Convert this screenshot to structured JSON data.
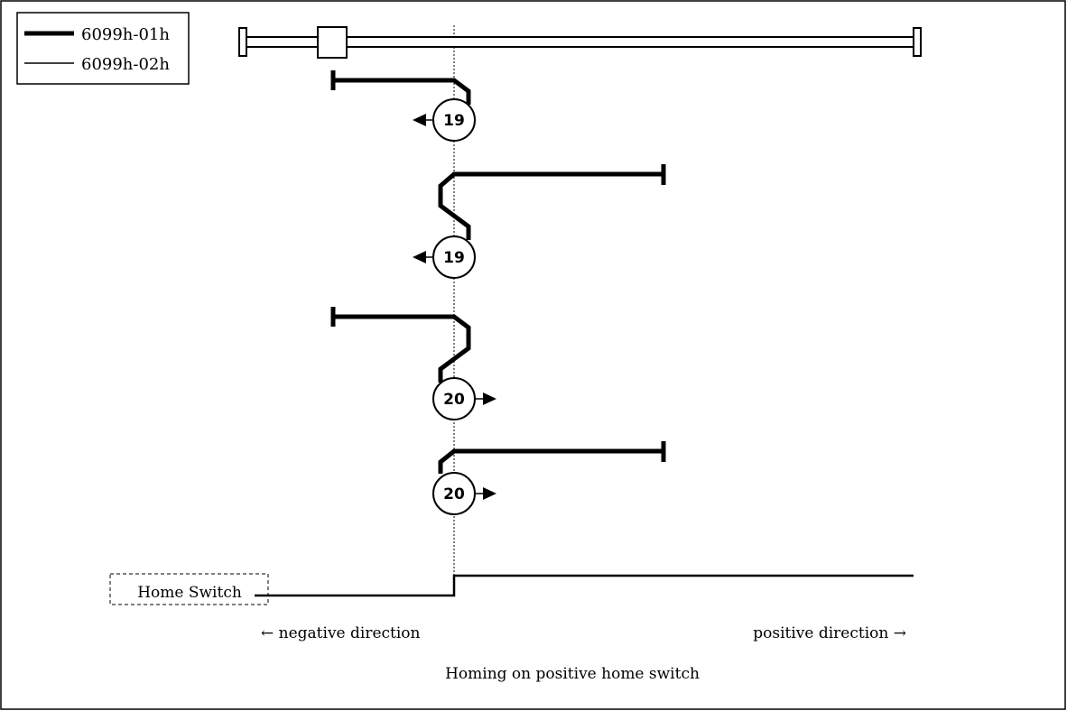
{
  "legend": {
    "items": [
      {
        "label": "6099h-01h",
        "style": "thick"
      },
      {
        "label": "6099h-02h",
        "style": "thin"
      }
    ]
  },
  "modes": [
    {
      "number": "19",
      "direction": "negative"
    },
    {
      "number": "19",
      "direction": "negative"
    },
    {
      "number": "20",
      "direction": "positive"
    },
    {
      "number": "20",
      "direction": "positive"
    }
  ],
  "home_switch": {
    "label": "Home Switch"
  },
  "axis": {
    "negative_label": "← negative direction",
    "positive_label": "positive direction →"
  },
  "caption": "Homing on positive home switch",
  "colors": {
    "line": "#000000",
    "background": "#ffffff"
  }
}
